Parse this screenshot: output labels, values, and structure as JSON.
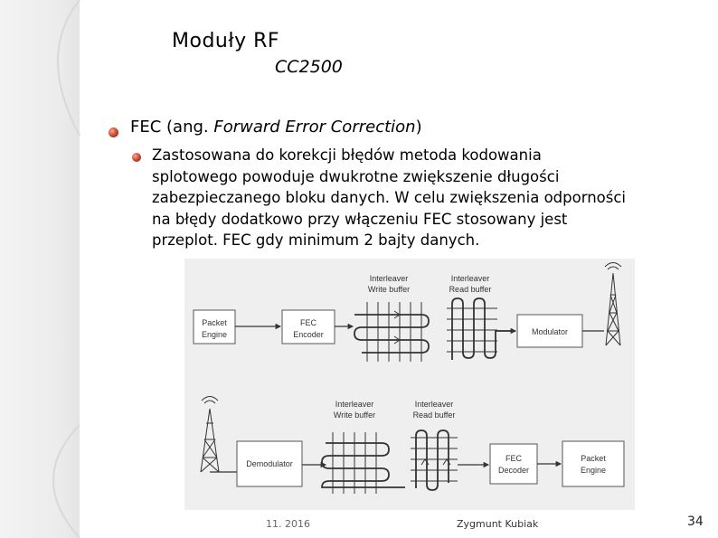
{
  "slide": {
    "title_line1": "Moduły RF",
    "title_line2": "CC2500",
    "bullet1": {
      "prefix": "FEC (ang. ",
      "italic": "Forward Error Correction",
      "suffix": ")"
    },
    "bullet2": "Zastosowana do korekcji błędów metoda kodowania\nsplotowego powoduje dwukrotne zwiększenie długości\nzabezpieczanego bloku danych. W celu zwiększenia odporności\nna błędy dodatkowo przy włączeniu FEC stosowany jest\nprzeplot. FEC  gdy minimum 2 bajty danych."
  },
  "diagram": {
    "top_row": {
      "packet_engine": [
        "Packet",
        "Engine"
      ],
      "fec_encoder": [
        "FEC",
        "Encoder"
      ],
      "write_buffer_label": [
        "Interleaver",
        "Write buffer"
      ],
      "read_buffer_label": [
        "Interleaver",
        "Read buffer"
      ],
      "modulator": "Modulator"
    },
    "bottom_row": {
      "demodulator": "Demodulator",
      "write_buffer_label": [
        "Interleaver",
        "Write buffer"
      ],
      "read_buffer_label": [
        "Interleaver",
        "Read buffer"
      ],
      "fec_decoder": [
        "FEC",
        "Decoder"
      ],
      "packet_engine": [
        "Packet",
        "Engine"
      ]
    }
  },
  "footer": {
    "date": "11. 2016",
    "author": "Zygmunt Kubiak",
    "page": "34"
  }
}
